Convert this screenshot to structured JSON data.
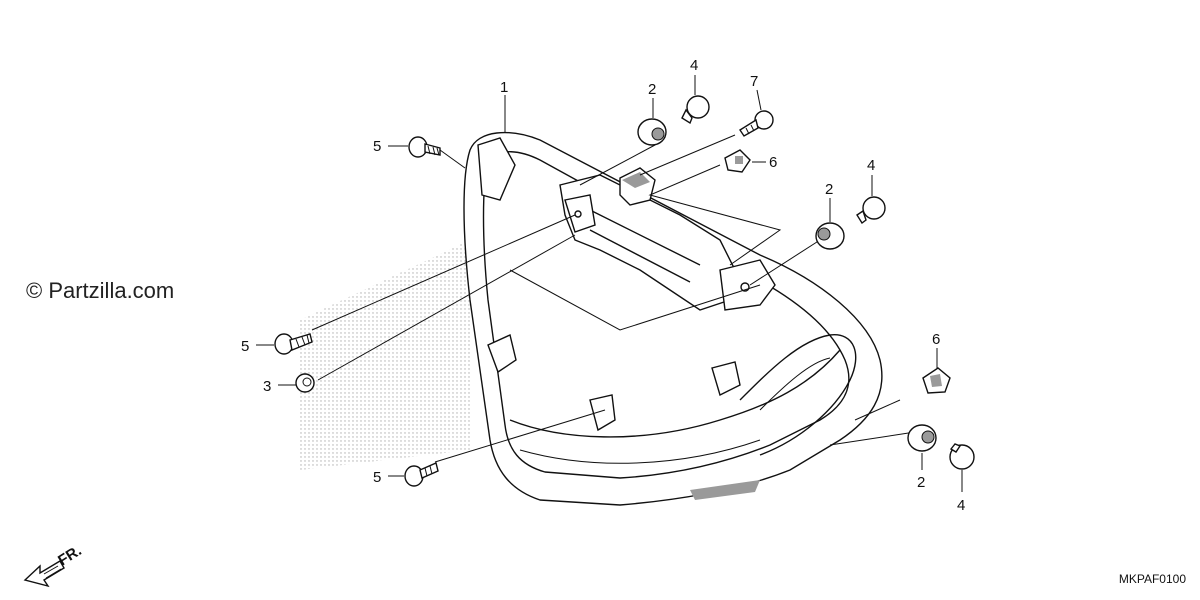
{
  "watermark": {
    "copyright": "© Partzilla.com"
  },
  "diagram_code": "MKPAF0100",
  "direction_label": "FR.",
  "callouts": {
    "c1": "1",
    "c2a": "2",
    "c2b": "2",
    "c2c": "2",
    "c3": "3",
    "c4a": "4",
    "c4b": "4",
    "c4c": "4",
    "c5a": "5",
    "c5b": "5",
    "c5c": "5",
    "c6a": "6",
    "c6b": "6",
    "c7": "7"
  }
}
